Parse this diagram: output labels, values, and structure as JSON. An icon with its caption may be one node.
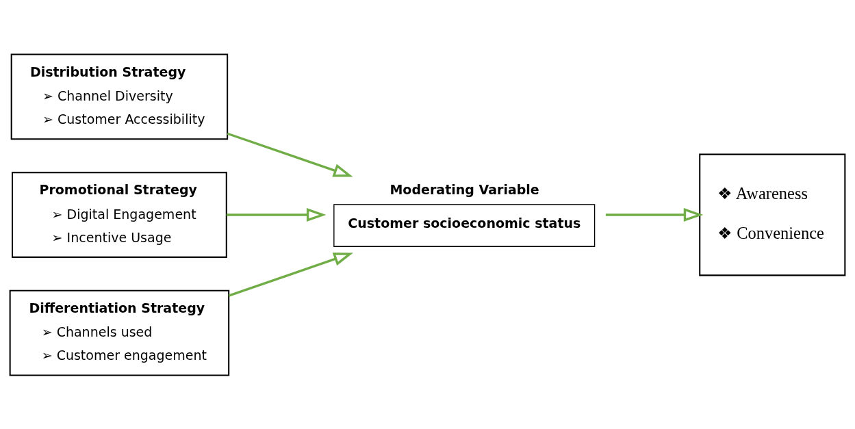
{
  "diagram": {
    "nodes": [
      {
        "text": [
          "Distribution Strategy",
          "➢ Channel Diversity",
          "➢ Customer Accessibility"
        ]
      },
      {
        "text": [
          "Promotional Strategy",
          "➢ Digital Engagement",
          "➢ Incentive Usage"
        ]
      },
      {
        "text": [
          "Differentiation Strategy",
          "➢ Channels used",
          "➢ Customer engagement"
        ]
      },
      {
        "text": [
          "Moderating Variable",
          "Customer socioeconomic status"
        ]
      },
      {
        "text": [
          "❖ Awareness",
          "❖ Convenience"
        ]
      }
    ],
    "edges": [
      {
        "from": 0,
        "to": 3,
        "arrow": "to"
      },
      {
        "from": 1,
        "to": 3,
        "arrow": "to"
      },
      {
        "from": 2,
        "to": 3,
        "arrow": "to"
      },
      {
        "from": 3,
        "to": 4,
        "arrow": "to"
      }
    ]
  }
}
